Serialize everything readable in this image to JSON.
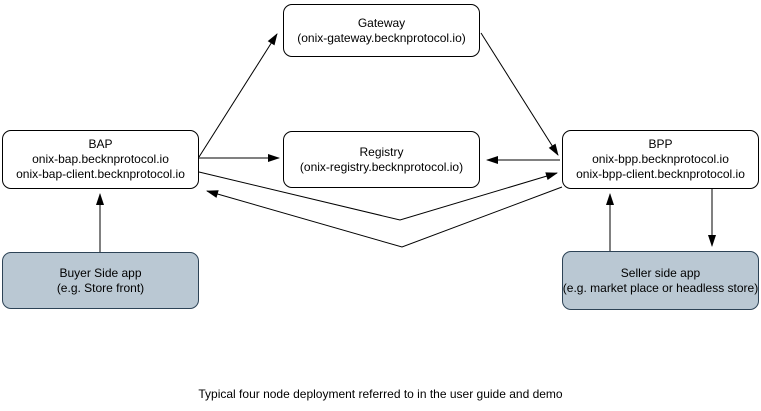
{
  "diagram": {
    "caption": "Typical four node deployment referred to in the user guide and demo",
    "colors": {
      "node_fill": "#ffffff",
      "node_border": "#000000",
      "app_fill": "#bac8d3",
      "app_border": "#2d4356",
      "edge": "#000000"
    },
    "nodes": {
      "gateway": {
        "title": "Gateway",
        "lines": [
          "(onix-gateway.becknprotocol.io)"
        ]
      },
      "bap": {
        "title": "BAP",
        "lines": [
          "onix-bap.becknprotocol.io",
          "onix-bap-client.becknprotocol.io"
        ]
      },
      "registry": {
        "title": "Registry",
        "lines": [
          "(onix-registry.becknprotocol.io)"
        ]
      },
      "bpp": {
        "title": "BPP",
        "lines": [
          "onix-bpp.becknprotocol.io",
          "onix-bpp-client.becknprotocol.io"
        ]
      },
      "buyer_app": {
        "title": "Buyer Side app",
        "lines": [
          "(e.g. Store front)"
        ]
      },
      "seller_app": {
        "title": "Seller side app",
        "lines": [
          "(e.g. market place or headless store)"
        ]
      }
    },
    "edges": [
      {
        "from": "bap",
        "to": "gateway",
        "arrow": "to"
      },
      {
        "from": "bap",
        "to": "registry",
        "arrow": "to"
      },
      {
        "from": "gateway",
        "to": "bpp",
        "arrow": "to"
      },
      {
        "from": "bpp",
        "to": "registry",
        "arrow": "to"
      },
      {
        "from": "bap",
        "to": "bpp",
        "arrow": "to"
      },
      {
        "from": "bpp",
        "to": "bap",
        "arrow": "to"
      },
      {
        "from": "buyer_app",
        "to": "bap",
        "arrow": "to"
      },
      {
        "from": "seller_app",
        "to": "bpp",
        "arrow": "to"
      },
      {
        "from": "bpp",
        "to": "seller_app",
        "arrow": "to"
      }
    ]
  }
}
